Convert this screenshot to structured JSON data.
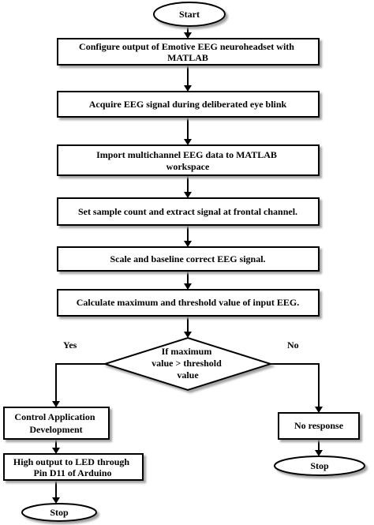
{
  "nodes": {
    "start": {
      "label": "Start"
    },
    "configure": {
      "lines": [
        "Configure output of Emotive EEG neuroheadset with",
        "MATLAB"
      ]
    },
    "acquire": {
      "lines": [
        "Acquire EEG signal during deliberated eye blink"
      ]
    },
    "import": {
      "lines": [
        "Import multichannel EEG data to MATLAB",
        "workspace"
      ]
    },
    "sample": {
      "lines": [
        "Set sample count and extract signal at frontal channel."
      ]
    },
    "scale": {
      "lines": [
        "Scale and baseline correct EEG signal."
      ]
    },
    "calculate": {
      "lines": [
        "Calculate maximum and threshold value of input EEG."
      ]
    },
    "decision": {
      "lines": [
        "If maximum",
        "value > threshold",
        "value"
      ]
    },
    "control": {
      "lines": [
        "Control Application",
        "Development"
      ]
    },
    "led": {
      "lines": [
        "High output to LED through",
        "Pin D11 of Arduino"
      ]
    },
    "stop_left": {
      "label": "Stop"
    },
    "no_response": {
      "lines": [
        "No response"
      ]
    },
    "stop_right": {
      "label": "Stop"
    }
  },
  "edge_labels": {
    "yes": "Yes",
    "no": "No"
  },
  "colors": {
    "stroke": "#000000",
    "fill": "#ffffff",
    "shadow": "#9a9a9a"
  }
}
